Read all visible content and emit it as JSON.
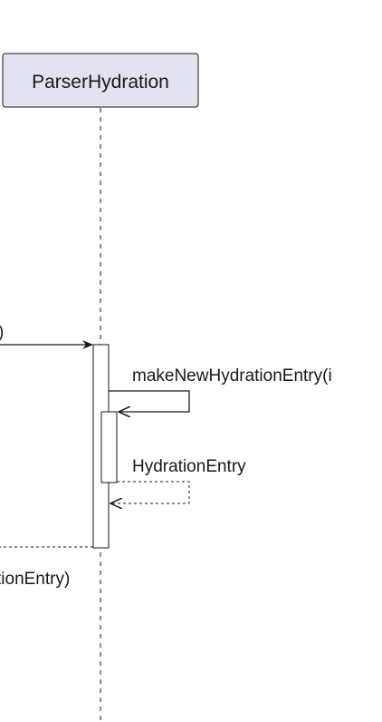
{
  "diagram": {
    "participant": {
      "name": "ParserHydration"
    },
    "messages": {
      "incoming_call_tail": ")",
      "self_call": "makeNewHydrationEntry(i",
      "self_return": "HydrationEntry",
      "outgoing_return_tail": "tionEntry)"
    },
    "colors": {
      "participant_fill": "#e2e2f0",
      "participant_border": "#181818",
      "activation_fill": "#ffffff",
      "line": "#181818",
      "lifeline": "#181818"
    }
  }
}
